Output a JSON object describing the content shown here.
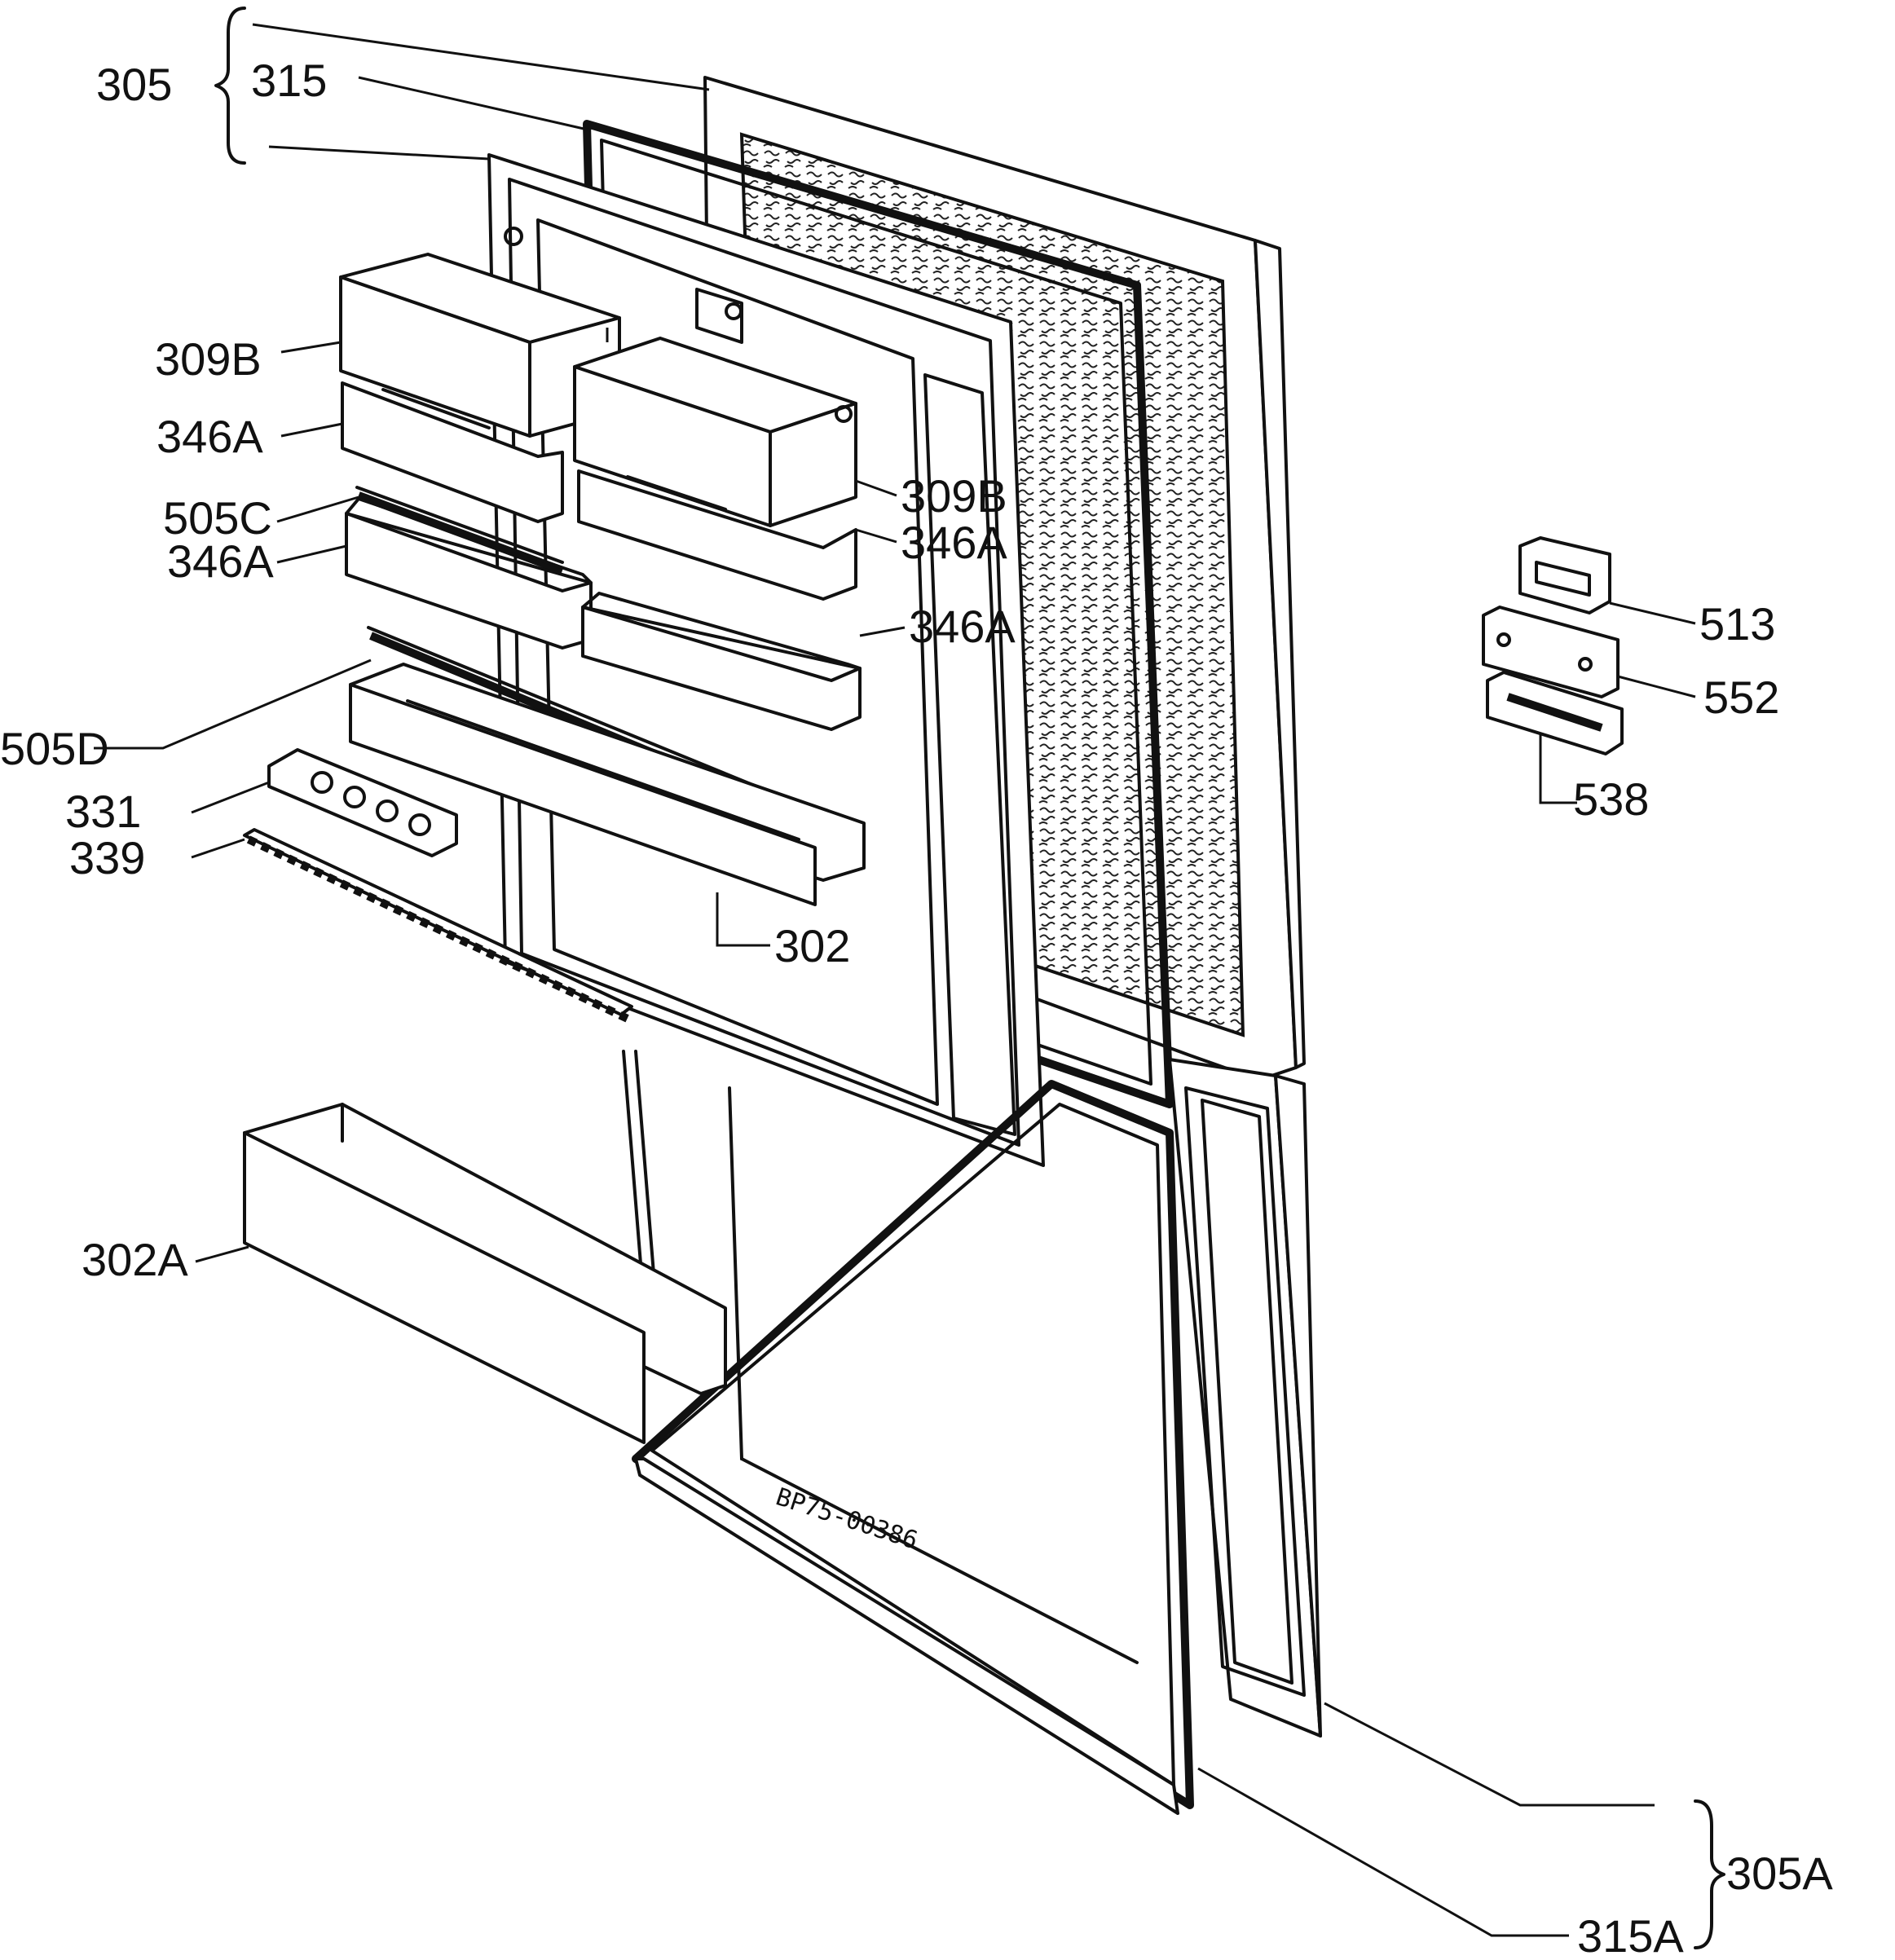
{
  "callouts": {
    "c305": "305",
    "c315": "315",
    "c309b_left": "309B",
    "c346a_1": "346A",
    "c505c": "505C",
    "c346a_2": "346A",
    "c309b_right": "309B",
    "c346a_3": "346A",
    "c346a_4": "346A",
    "c505d": "505D",
    "c331": "331",
    "c339": "339",
    "c302": "302",
    "c302a": "302A",
    "c513": "513",
    "c552": "552",
    "c538": "538",
    "c305a": "305A",
    "c315a": "315A"
  },
  "drawing_number": "BP75-00386"
}
